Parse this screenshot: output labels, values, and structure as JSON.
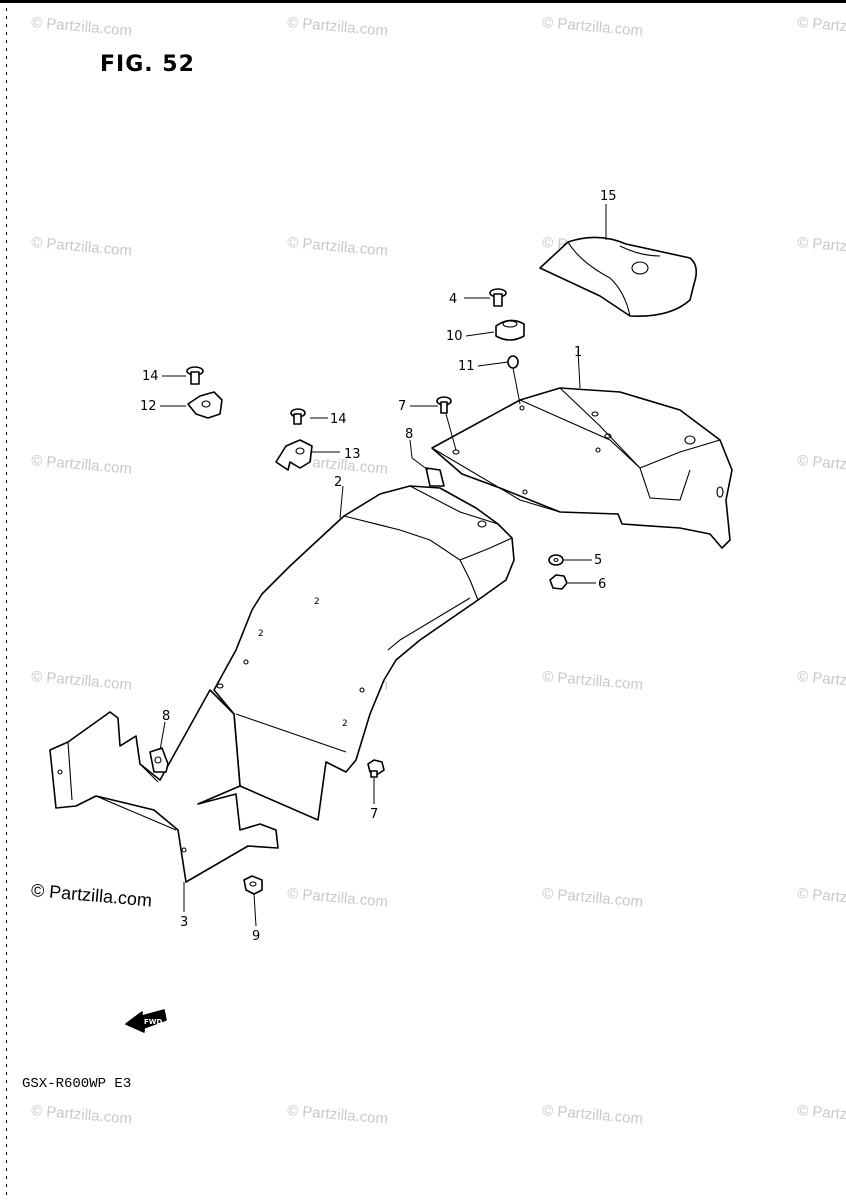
{
  "figure": {
    "title": "FIG. 52"
  },
  "model_code": "GSX-R600WP  E3",
  "copyright": "© Partzilla.com",
  "watermark_text": "© Partzilla.com",
  "fwd_arrow_label": "FWD",
  "callouts": {
    "c1": "1",
    "c2": "2",
    "c3": "3",
    "c4": "4",
    "c5": "5",
    "c6": "6",
    "c7a": "7",
    "c7b": "7",
    "c8a": "8",
    "c8b": "8",
    "c9": "9",
    "c10": "10",
    "c11": "11",
    "c12": "12",
    "c13": "13",
    "c14a": "14",
    "c14b": "14",
    "c15": "15"
  }
}
